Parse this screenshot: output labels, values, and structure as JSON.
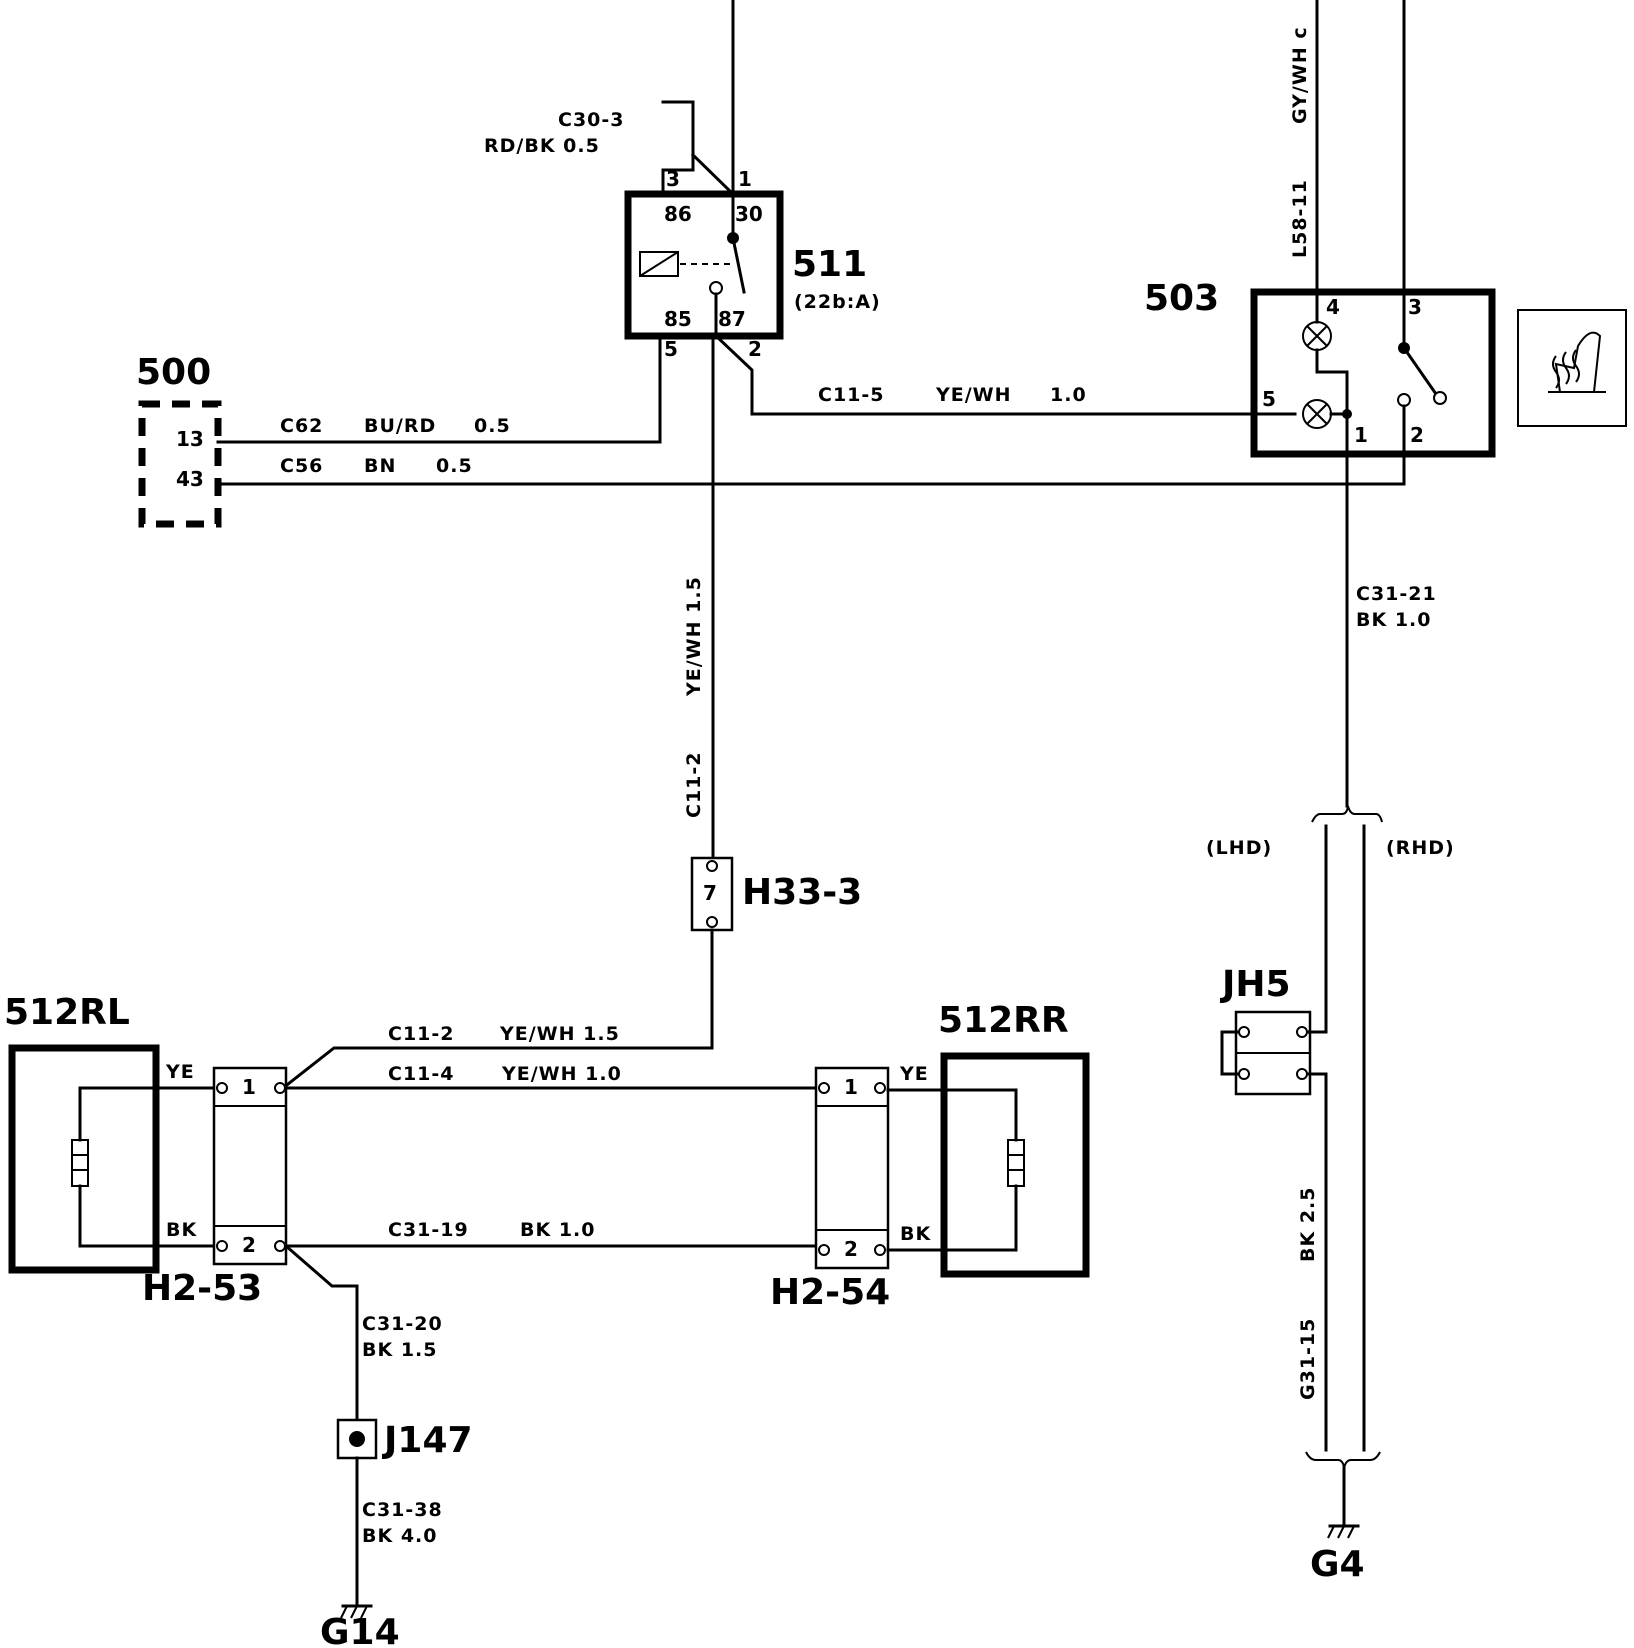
{
  "components": {
    "relay_511": {
      "id": "511",
      "ref": "(22b:A)",
      "pins": {
        "p3": "3",
        "p1": "1",
        "p86": "86",
        "p30": "30",
        "p85": "85",
        "p87": "87",
        "p5": "5",
        "p2": "2"
      }
    },
    "switch_503": {
      "id": "503",
      "pins": {
        "p4": "4",
        "p3": "3",
        "p5": "5",
        "p1": "1",
        "p2": "2"
      }
    },
    "module_500": {
      "id": "500",
      "pins": {
        "p13": "13",
        "p43": "43"
      }
    },
    "heater_512RL": {
      "id": "512RL",
      "ye": "YE",
      "bk": "BK"
    },
    "heater_512RR": {
      "id": "512RR",
      "ye": "YE",
      "bk": "BK"
    },
    "connector_H33_3": {
      "id": "H33-3",
      "pin": "7"
    },
    "connector_H2_53": {
      "id": "H2-53",
      "pin1": "1",
      "pin2": "2"
    },
    "connector_H2_54": {
      "id": "H2-54",
      "pin1": "1",
      "pin2": "2"
    },
    "connector_JH5": {
      "id": "JH5"
    },
    "splice_J147": {
      "id": "J147"
    },
    "ground_G14": {
      "id": "G14"
    },
    "ground_G4": {
      "id": "G4"
    }
  },
  "wires": {
    "c30_3_a": "C30-3",
    "c30_3_b": "RD/BK 0.5",
    "c62": "C62",
    "c62_color": "BU/RD",
    "c62_size": "0.5",
    "c56": "C56",
    "c56_color": "BN",
    "c56_size": "0.5",
    "c11_5": "C11-5",
    "c11_5_color": "YE/WH",
    "c11_5_size": "1.0",
    "gy_wh": "GY/WH c",
    "l58_11": "L58-11",
    "ye_wh_15": "YE/WH 1.5",
    "c11_2_v": "C11-2",
    "c31_21_a": "C31-21",
    "c31_21_b": "BK 1.0",
    "lhd": "(LHD)",
    "rhd": "(RHD)",
    "c11_2_h": "C11-2",
    "c11_2_h_color": "YE/WH 1.5",
    "c11_4": "C11-4",
    "c11_4_color": "YE/WH 1.0",
    "c31_19": "C31-19",
    "c31_19_color": "BK 1.0",
    "c31_20_a": "C31-20",
    "c31_20_b": "BK 1.5",
    "c31_38_a": "C31-38",
    "c31_38_b": "BK 4.0",
    "bk_25": "BK 2.5",
    "g31_15": "G31-15"
  },
  "icons": {
    "seat_heater": "seat-heater-icon",
    "ground": "ground-icon",
    "lamp": "lamp-icon",
    "relay_coil": "relay-coil-icon",
    "resistor": "heater-element-icon"
  }
}
